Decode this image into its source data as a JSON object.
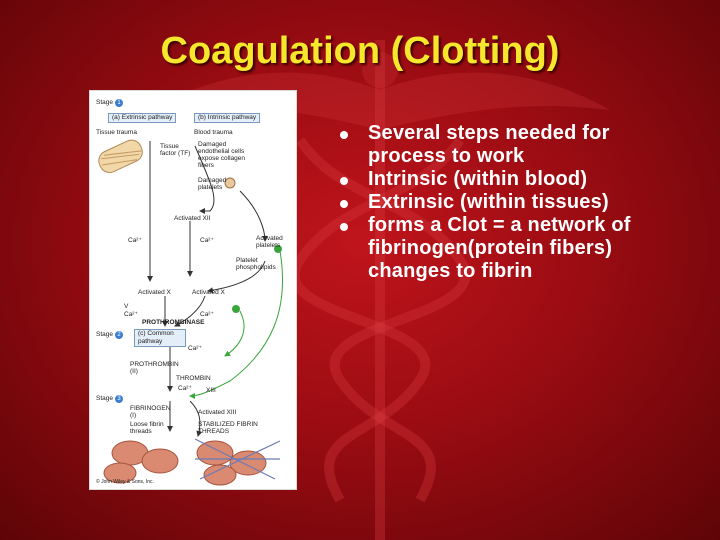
{
  "slide": {
    "title": "Coagulation (Clotting)",
    "bullets": [
      "Several steps needed for process to work",
      "Intrinsic (within blood)",
      "Extrinsic (within tissues)",
      "forms a Clot = a network of fibrinogen(protein fibers) changes to fibrin"
    ]
  },
  "figure": {
    "stage_label": "Stage",
    "stage_1": "1",
    "stage_2": "2",
    "stage_3": "3",
    "extrinsic_pathway": "(a) Extrinsic pathway",
    "intrinsic_pathway": "(b) Intrinsic pathway",
    "common_pathway": "(c) Common pathway",
    "tissue_trauma": "Tissue trauma",
    "blood_trauma": "Blood trauma",
    "tissue_factor": "Tissue factor (TF)",
    "damaged_endothelial": "Damaged endothelial cells expose collagen fibers",
    "damaged_platelets": "Damaged platelets",
    "activated_xii": "Activated XII",
    "ca_left": "Ca²⁺",
    "ca_mid": "Ca²⁺",
    "activated_platelets": "Activated platelets",
    "platelet_phospholipids": "Platelet phospholipids",
    "activated_x_left": "Activated X",
    "activated_x_right": "Activated X",
    "factor_v": "V",
    "ca_pt": "Ca²⁺",
    "ca_pt_right": "Ca²⁺",
    "prothrombinase": "PROTHROMBINASE",
    "ca_prothrombin": "Ca²⁺",
    "prothrombin": "PROTHROMBIN (II)",
    "thrombin": "THROMBIN",
    "ca_thrombin": "Ca²⁺",
    "xiii": "XIII",
    "fibrinogen": "FIBRINOGEN (I)",
    "activated_xiii": "Activated XIII",
    "loose_fibrin": "Loose fibrin threads",
    "stabilized_fibrin": "STABILIZED FIBRIN THREADS",
    "copyright": "© John Wiley & Sons, Inc."
  },
  "colors": {
    "title": "#f5e72c",
    "bullet_text": "#ffffff",
    "background": "#9a0c12",
    "pathway_green": "#3aa53a"
  }
}
